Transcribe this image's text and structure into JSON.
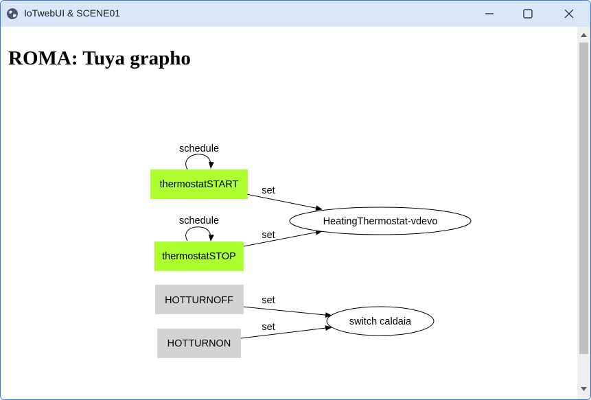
{
  "window": {
    "title": "IoTwebUI & SCENE01",
    "icons": [
      "globe-icon",
      "minimize-icon",
      "maximize-icon",
      "close-icon"
    ]
  },
  "page": {
    "heading": "ROMA: Tuya grapho"
  },
  "graph": {
    "nodes": {
      "thermostat_start": {
        "label": "thermostatSTART",
        "fill": "#adff2f"
      },
      "thermostat_stop": {
        "label": "thermostatSTOP",
        "fill": "#adff2f"
      },
      "hotturnoff": {
        "label": "HOTTURNOFF",
        "fill": "#d3d3d3"
      },
      "hotturnon": {
        "label": "HOTTURNON",
        "fill": "#d3d3d3"
      },
      "heating_thermostat": {
        "label": "HeatingThermostat-vdevo",
        "fill": "#ffffff"
      },
      "switch_caldaia": {
        "label": "switch caldaia",
        "fill": "#ffffff"
      }
    },
    "edges": {
      "start_schedule": "schedule",
      "stop_schedule": "schedule",
      "start_set": "set",
      "stop_set": "set",
      "off_set": "set",
      "on_set": "set"
    }
  },
  "colors": {
    "titlebar": "#d9e7f9",
    "window_border": "#3b78d8",
    "active_node": "#adff2f",
    "inactive_node": "#d3d3d3",
    "scrollbar_thumb": "#c1c1c1"
  }
}
